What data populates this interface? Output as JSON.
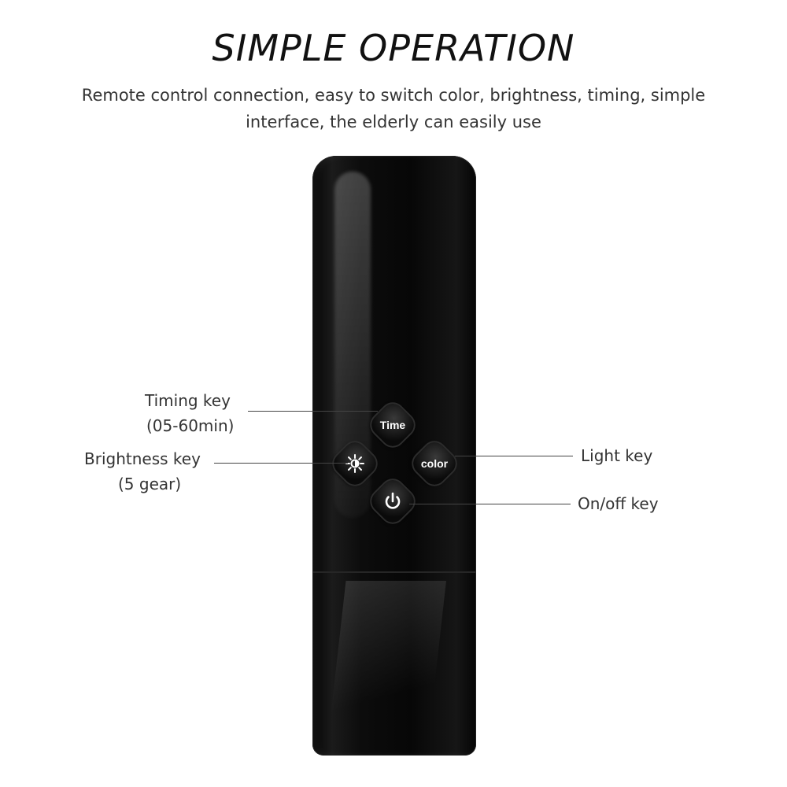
{
  "header": {
    "title": "SIMPLE OPERATION",
    "subtitle": "Remote control connection, easy to switch color, brightness, timing, simple interface, the elderly can easily use"
  },
  "keys": {
    "time": {
      "label": "Time"
    },
    "color": {
      "label": "color"
    },
    "brightness": {
      "icon": "sun-icon"
    },
    "power": {
      "icon": "power-icon"
    }
  },
  "callouts": {
    "timing": {
      "line1": "Timing key",
      "line2": "(05-60min)"
    },
    "brightness": {
      "line1": "Brightness key",
      "line2": "(5 gear)"
    },
    "light": {
      "line1": "Light key"
    },
    "onoff": {
      "line1": "On/off key"
    }
  },
  "colors": {
    "remote_body": "#0a0a0a",
    "key_face": "#1a1a1a",
    "key_text": "#ffffff",
    "text": "#333333"
  }
}
